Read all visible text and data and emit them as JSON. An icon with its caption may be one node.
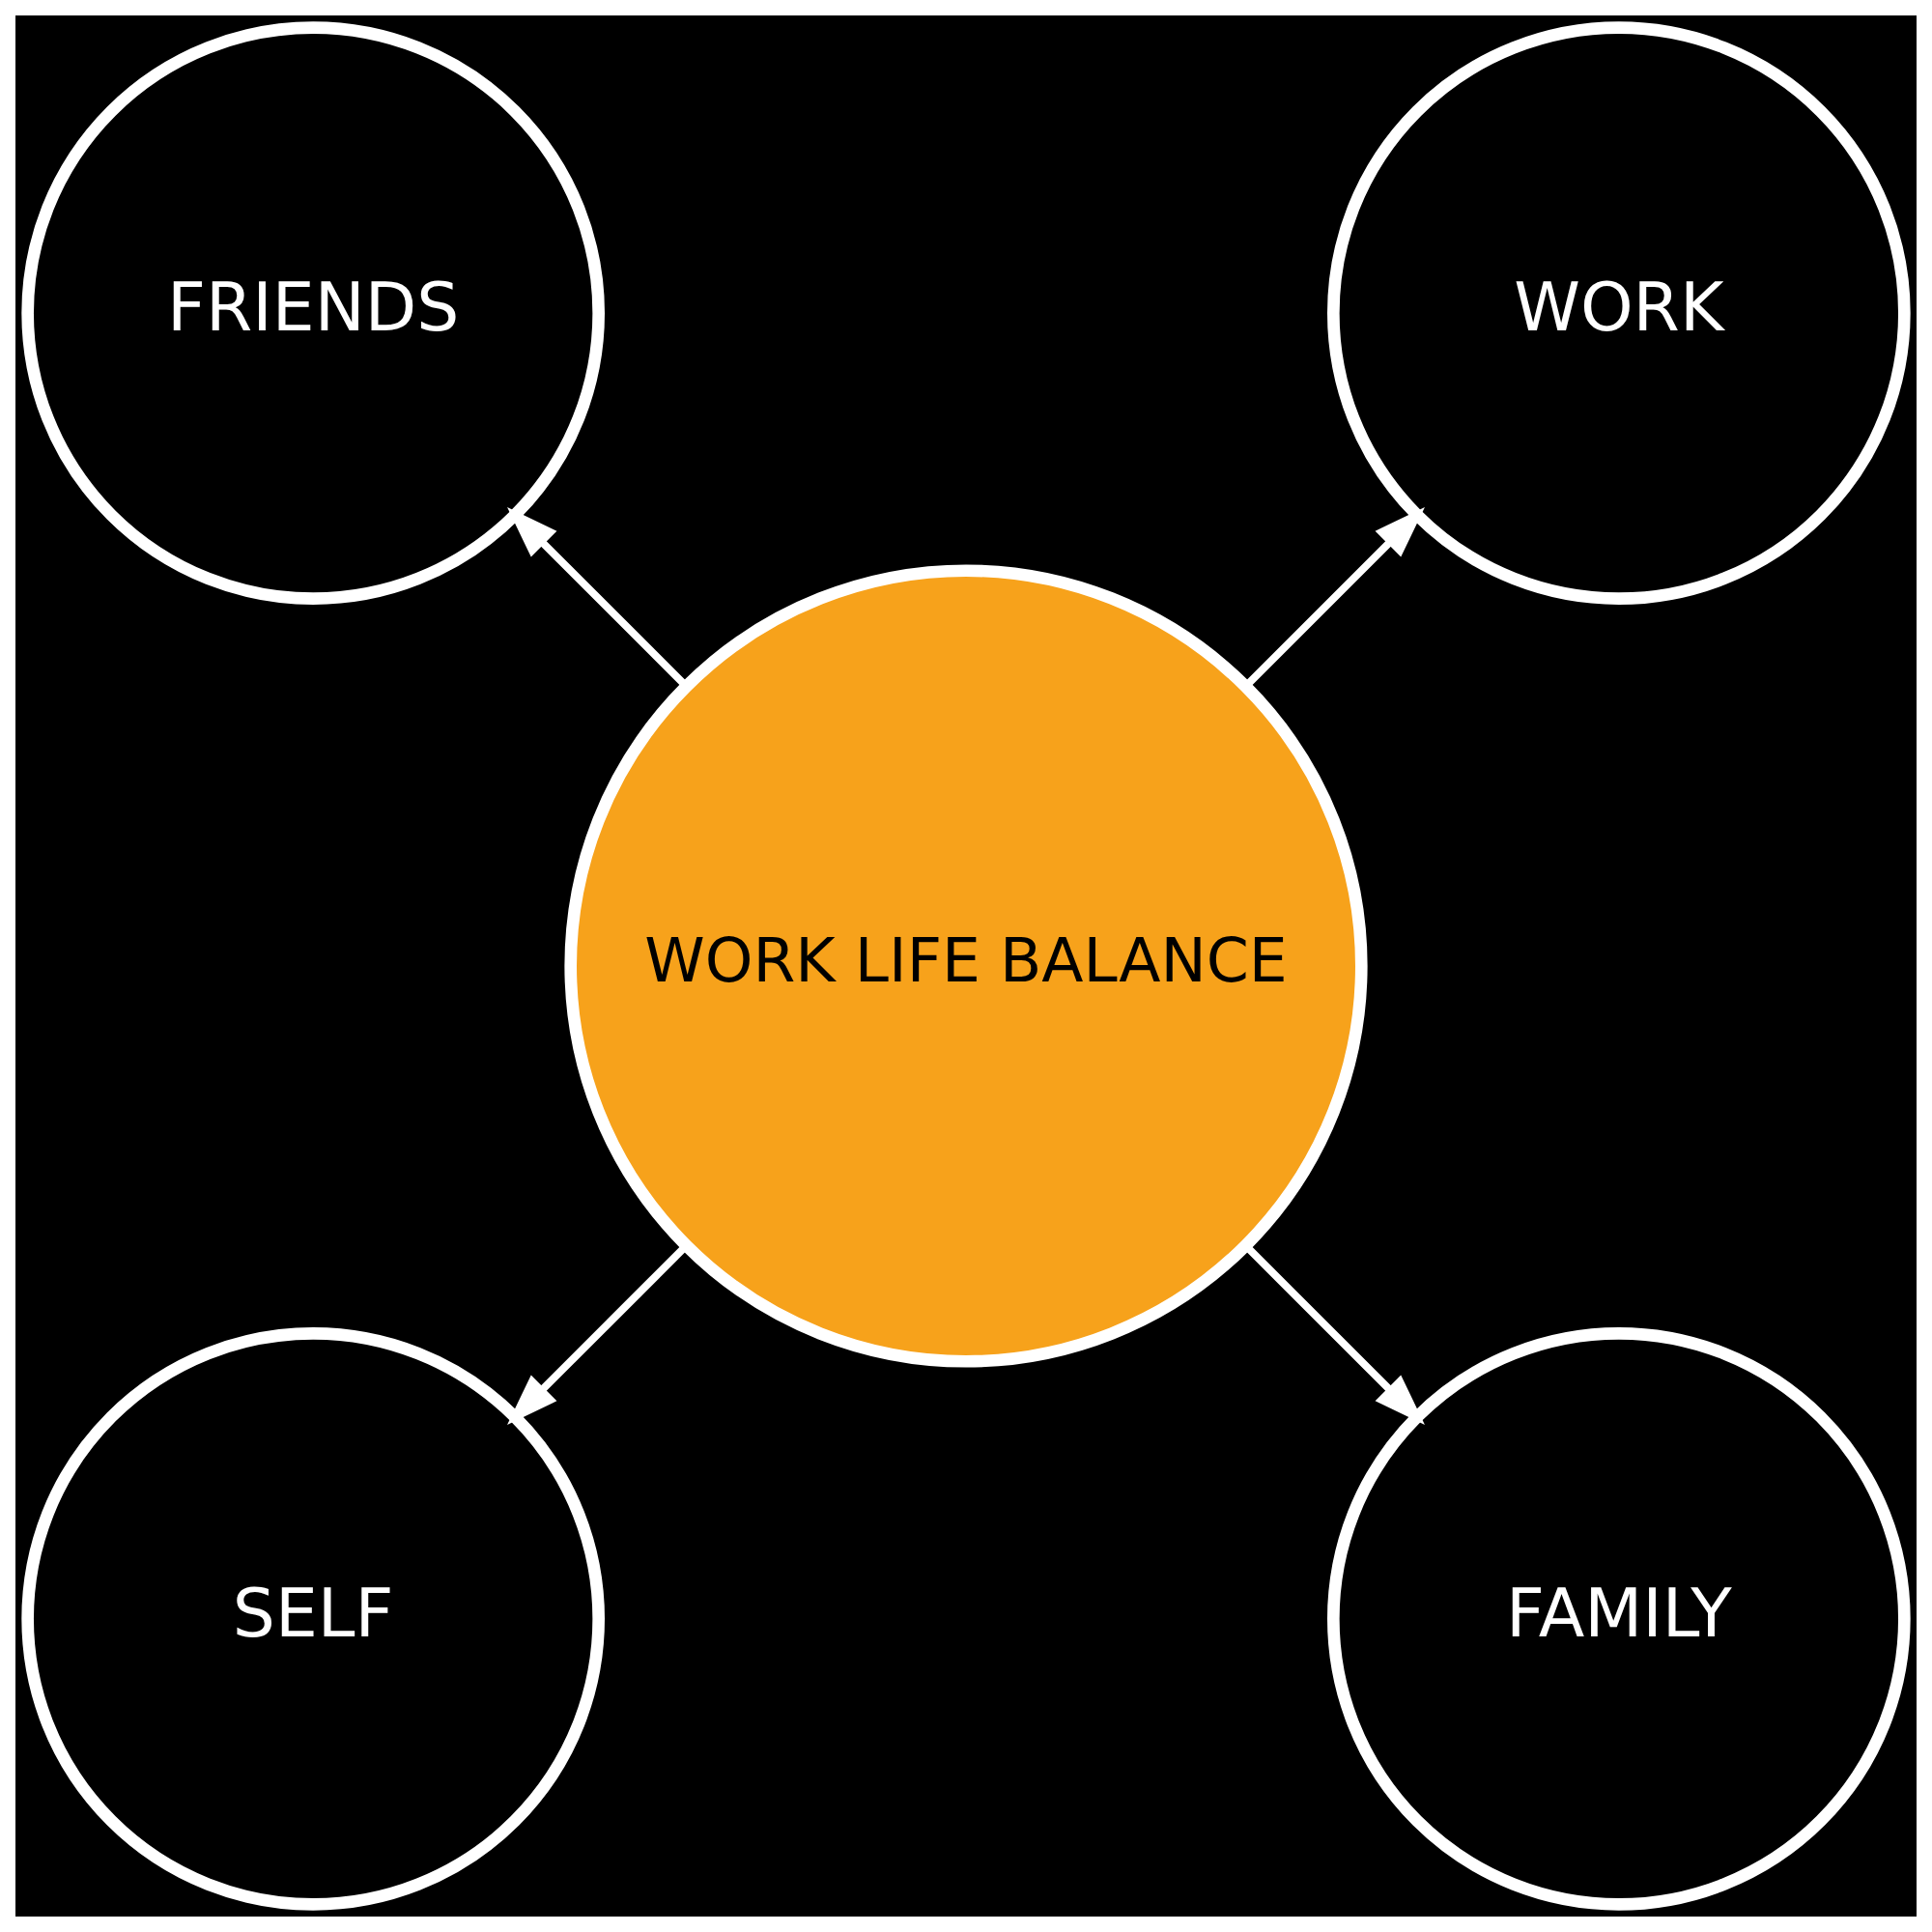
{
  "diagram": {
    "nodes": [
      {
        "text": [
          "WORK"
        ]
      },
      {
        "text": [
          "FRIENDS"
        ]
      },
      {
        "text": [
          "WORK LIFE BALANCE"
        ]
      },
      {
        "text": [
          "SELF"
        ]
      },
      {
        "text": [
          "FAMILY"
        ]
      }
    ],
    "edges": [
      {
        "from": 2,
        "to": 0,
        "arrow": "to"
      },
      {
        "from": 2,
        "to": 1,
        "arrow": "to"
      },
      {
        "from": 2,
        "to": 3,
        "arrow": "to"
      },
      {
        "from": 2,
        "to": 4,
        "arrow": "to"
      }
    ]
  }
}
